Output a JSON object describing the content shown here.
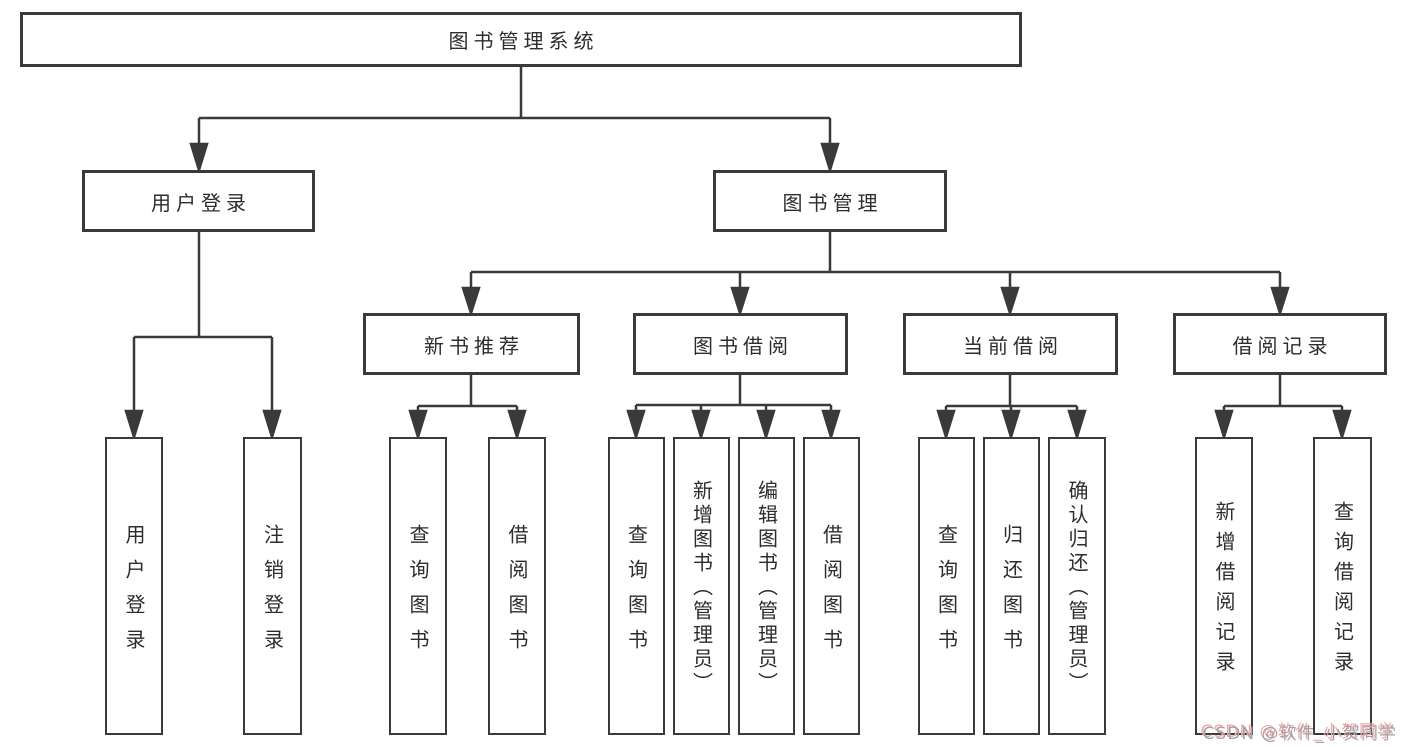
{
  "tree": {
    "label": "图书管理系统",
    "children": [
      {
        "label": "用户登录",
        "children": [
          {
            "label": "用户登录"
          },
          {
            "label": "注销登录"
          }
        ]
      },
      {
        "label": "图书管理",
        "children": [
          {
            "label": "新书推荐",
            "children": [
              {
                "label": "查询图书"
              },
              {
                "label": "借阅图书"
              }
            ]
          },
          {
            "label": "图书借阅",
            "children": [
              {
                "label": "查询图书"
              },
              {
                "label": "新增图书（管理员）"
              },
              {
                "label": "编辑图书（管理员）"
              },
              {
                "label": "借阅图书"
              }
            ]
          },
          {
            "label": "当前借阅",
            "children": [
              {
                "label": "查询图书"
              },
              {
                "label": "归还图书"
              },
              {
                "label": "确认归还（管理员）"
              }
            ]
          },
          {
            "label": "借阅记录",
            "children": [
              {
                "label": "新增借阅记录"
              },
              {
                "label": "查询借阅记录"
              }
            ]
          }
        ]
      }
    ]
  },
  "watermark": {
    "text": "CSDN @软件_小贺同学"
  },
  "colors": {
    "line": "#3a3a3a",
    "box_fill": "#ffffff",
    "text": "#2d2d2d",
    "watermark_text": "#a2a2a2",
    "watermark_shadow": "#f3a9a9"
  }
}
